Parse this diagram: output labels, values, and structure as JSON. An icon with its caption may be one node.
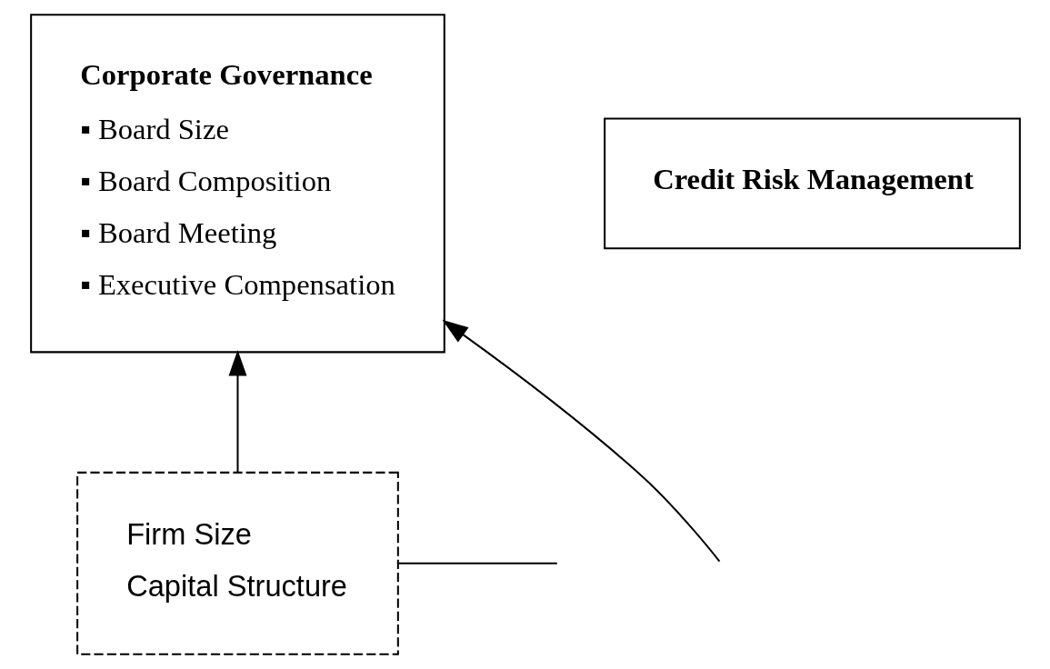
{
  "diagram": {
    "nodes": [
      {
        "text": [
          "Corporate Governance",
          "▪ Board Size",
          "▪ Board Composition",
          "▪ Board Meeting",
          "▪ Executive Compensation"
        ]
      },
      {
        "text": [
          "Credit Risk Management"
        ]
      },
      {
        "text": [
          "Firm Size",
          "Capital Structure"
        ]
      }
    ],
    "edges": [
      {
        "from": null,
        "to": 0,
        "arrow": "to"
      },
      {
        "from": 2,
        "to": 0,
        "arrow": "to"
      },
      {
        "from": null,
        "to": 2,
        "arrow": "none"
      }
    ]
  }
}
